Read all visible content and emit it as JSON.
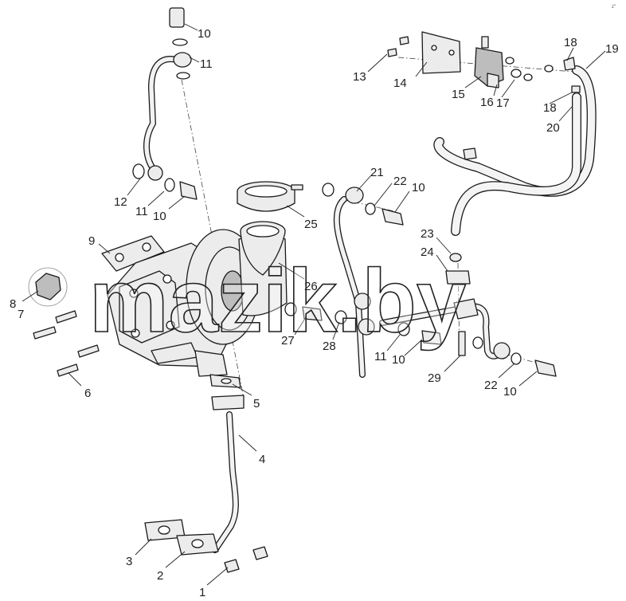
{
  "watermark": "mazik.by",
  "corner_mark": "z\"",
  "callouts": [
    {
      "id": "c1",
      "number": "1"
    },
    {
      "id": "c2",
      "number": "2"
    },
    {
      "id": "c3",
      "number": "3"
    },
    {
      "id": "c4",
      "number": "4"
    },
    {
      "id": "c5",
      "number": "5"
    },
    {
      "id": "c6",
      "number": "6"
    },
    {
      "id": "c7",
      "number": "7"
    },
    {
      "id": "c8",
      "number": "8"
    },
    {
      "id": "c9",
      "number": "9"
    },
    {
      "id": "c10a",
      "number": "10"
    },
    {
      "id": "c11a",
      "number": "11"
    },
    {
      "id": "c12",
      "number": "12"
    },
    {
      "id": "c11b",
      "number": "11"
    },
    {
      "id": "c10b",
      "number": "10"
    },
    {
      "id": "c13",
      "number": "13"
    },
    {
      "id": "c14",
      "number": "14"
    },
    {
      "id": "c15",
      "number": "15"
    },
    {
      "id": "c16",
      "number": "16"
    },
    {
      "id": "c17",
      "number": "17"
    },
    {
      "id": "c18a",
      "number": "18"
    },
    {
      "id": "c19",
      "number": "19"
    },
    {
      "id": "c18b",
      "number": "18"
    },
    {
      "id": "c20",
      "number": "20"
    },
    {
      "id": "c21",
      "number": "21"
    },
    {
      "id": "c22a",
      "number": "22"
    },
    {
      "id": "c10c",
      "number": "10"
    },
    {
      "id": "c23",
      "number": "23"
    },
    {
      "id": "c24",
      "number": "24"
    },
    {
      "id": "c25",
      "number": "25"
    },
    {
      "id": "c26",
      "number": "26"
    },
    {
      "id": "c27",
      "number": "27"
    },
    {
      "id": "c28",
      "number": "28"
    },
    {
      "id": "c11c",
      "number": "11"
    },
    {
      "id": "c10d",
      "number": "10"
    },
    {
      "id": "c29",
      "number": "29"
    },
    {
      "id": "c22b",
      "number": "22"
    },
    {
      "id": "c10e",
      "number": "10"
    }
  ]
}
